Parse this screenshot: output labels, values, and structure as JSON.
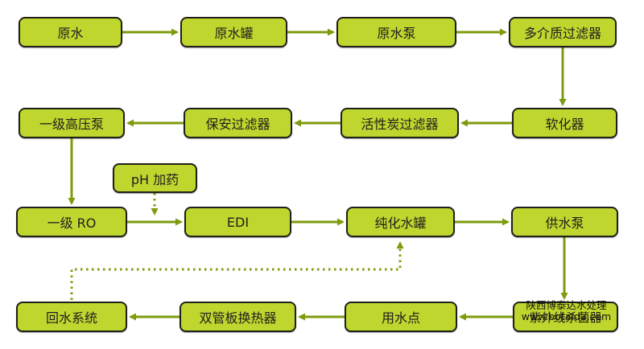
{
  "diagram": {
    "type": "flowchart",
    "subject": "water-treatment-process",
    "colors": {
      "node_fill": "#bed62e",
      "node_border": "#20201a",
      "arrow": "#7d9b0d",
      "background": "#ffffff",
      "text": "#1e1e1e"
    },
    "nodes": [
      {
        "id": "raw-water",
        "label": "原水"
      },
      {
        "id": "raw-water-tank",
        "label": "原水罐"
      },
      {
        "id": "raw-water-pump",
        "label": "原水泵"
      },
      {
        "id": "multi-media-filter",
        "label": "多介质过滤器"
      },
      {
        "id": "first-stage-hp-pump",
        "label": "一级高压泵"
      },
      {
        "id": "security-filter",
        "label": "保安过滤器"
      },
      {
        "id": "activated-carbon-filter",
        "label": "活性炭过滤器"
      },
      {
        "id": "softener",
        "label": "软化器"
      },
      {
        "id": "ph-dosing",
        "label": "pH 加药"
      },
      {
        "id": "first-stage-ro",
        "label": "一级 RO"
      },
      {
        "id": "edi",
        "label": "EDI"
      },
      {
        "id": "purified-water-tank",
        "label": "纯化水罐"
      },
      {
        "id": "supply-pump",
        "label": "供水泵"
      },
      {
        "id": "return-water-system",
        "label": "回水系统"
      },
      {
        "id": "double-tubesheet-heat-exchanger",
        "label": "双管板换热器"
      },
      {
        "id": "water-use-point",
        "label": "用水点"
      },
      {
        "id": "uv-sterilizer",
        "label": "紫外线杀菌器"
      }
    ],
    "edges": [
      {
        "from": "raw-water",
        "to": "raw-water-tank",
        "style": "solid"
      },
      {
        "from": "raw-water-tank",
        "to": "raw-water-pump",
        "style": "solid"
      },
      {
        "from": "raw-water-pump",
        "to": "multi-media-filter",
        "style": "solid"
      },
      {
        "from": "multi-media-filter",
        "to": "softener",
        "style": "solid"
      },
      {
        "from": "softener",
        "to": "activated-carbon-filter",
        "style": "solid"
      },
      {
        "from": "activated-carbon-filter",
        "to": "security-filter",
        "style": "solid"
      },
      {
        "from": "security-filter",
        "to": "first-stage-hp-pump",
        "style": "solid"
      },
      {
        "from": "first-stage-hp-pump",
        "to": "first-stage-ro",
        "style": "solid"
      },
      {
        "from": "first-stage-ro",
        "to": "edi",
        "style": "solid"
      },
      {
        "from": "edi",
        "to": "purified-water-tank",
        "style": "solid"
      },
      {
        "from": "purified-water-tank",
        "to": "supply-pump",
        "style": "solid"
      },
      {
        "from": "supply-pump",
        "to": "uv-sterilizer",
        "style": "solid"
      },
      {
        "from": "uv-sterilizer",
        "to": "water-use-point",
        "style": "solid"
      },
      {
        "from": "water-use-point",
        "to": "double-tubesheet-heat-exchanger",
        "style": "solid"
      },
      {
        "from": "double-tubesheet-heat-exchanger",
        "to": "return-water-system",
        "style": "solid"
      },
      {
        "from": "ph-dosing",
        "to": "first-stage-ro-edi-line",
        "style": "dotted"
      },
      {
        "from": "return-water-system",
        "to": "purified-water-tank",
        "style": "dotted"
      }
    ],
    "watermark": {
      "line1": "陕西博泰达水处理",
      "line2": "www.botaida.com"
    }
  }
}
